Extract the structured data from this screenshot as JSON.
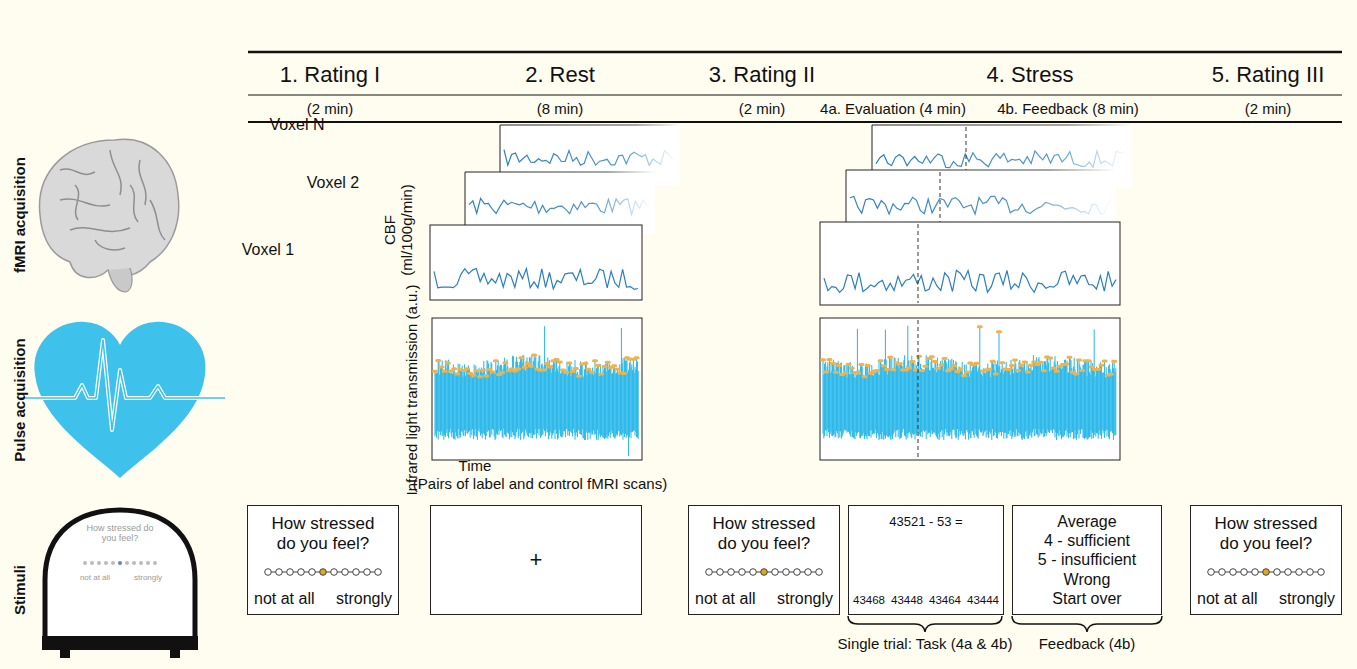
{
  "diagram": {
    "nodes": [
      {
        "text": [
          "How stressed do you feel?",
          "not at all",
          "strongly"
        ]
      },
      {
        "text": [
          "+"
        ]
      },
      {
        "text": [
          "How stressed do you feel?",
          "not at all",
          "strongly"
        ]
      },
      {
        "text": [
          "43521 - 53 =",
          "43468",
          "43448",
          "43464",
          "43444"
        ]
      },
      {
        "text": [
          "Average",
          "4 - sufficient",
          "5 - insufficient",
          "Wrong",
          "Start over"
        ]
      },
      {
        "text": [
          "How stressed do you feel?",
          "not at all",
          "strongly"
        ]
      }
    ],
    "labels": [
      "1. Rating I",
      "2. Rest",
      "3. Rating II",
      "4. Stress",
      "5. Rating III",
      "(2 min)",
      "(8 min)",
      "(2 min)",
      "4a. Evaluation (4 min)",
      "4b. Feedback (8 min)",
      "(2 min)",
      "fMRI acquisition",
      "Pulse acquisition",
      "Stimuli",
      "Voxel N",
      "Voxel 2",
      "Voxel 1",
      "CBF (ml/100g/min)",
      "Infrared light transmission (a.u.)",
      "Time",
      "(Pairs of label and control fMRI scans)",
      "How stressed do you feel?",
      "not at all",
      "strongly",
      "Single trial: Task (4a & 4b)",
      "Feedback (4b)"
    ]
  }
}
